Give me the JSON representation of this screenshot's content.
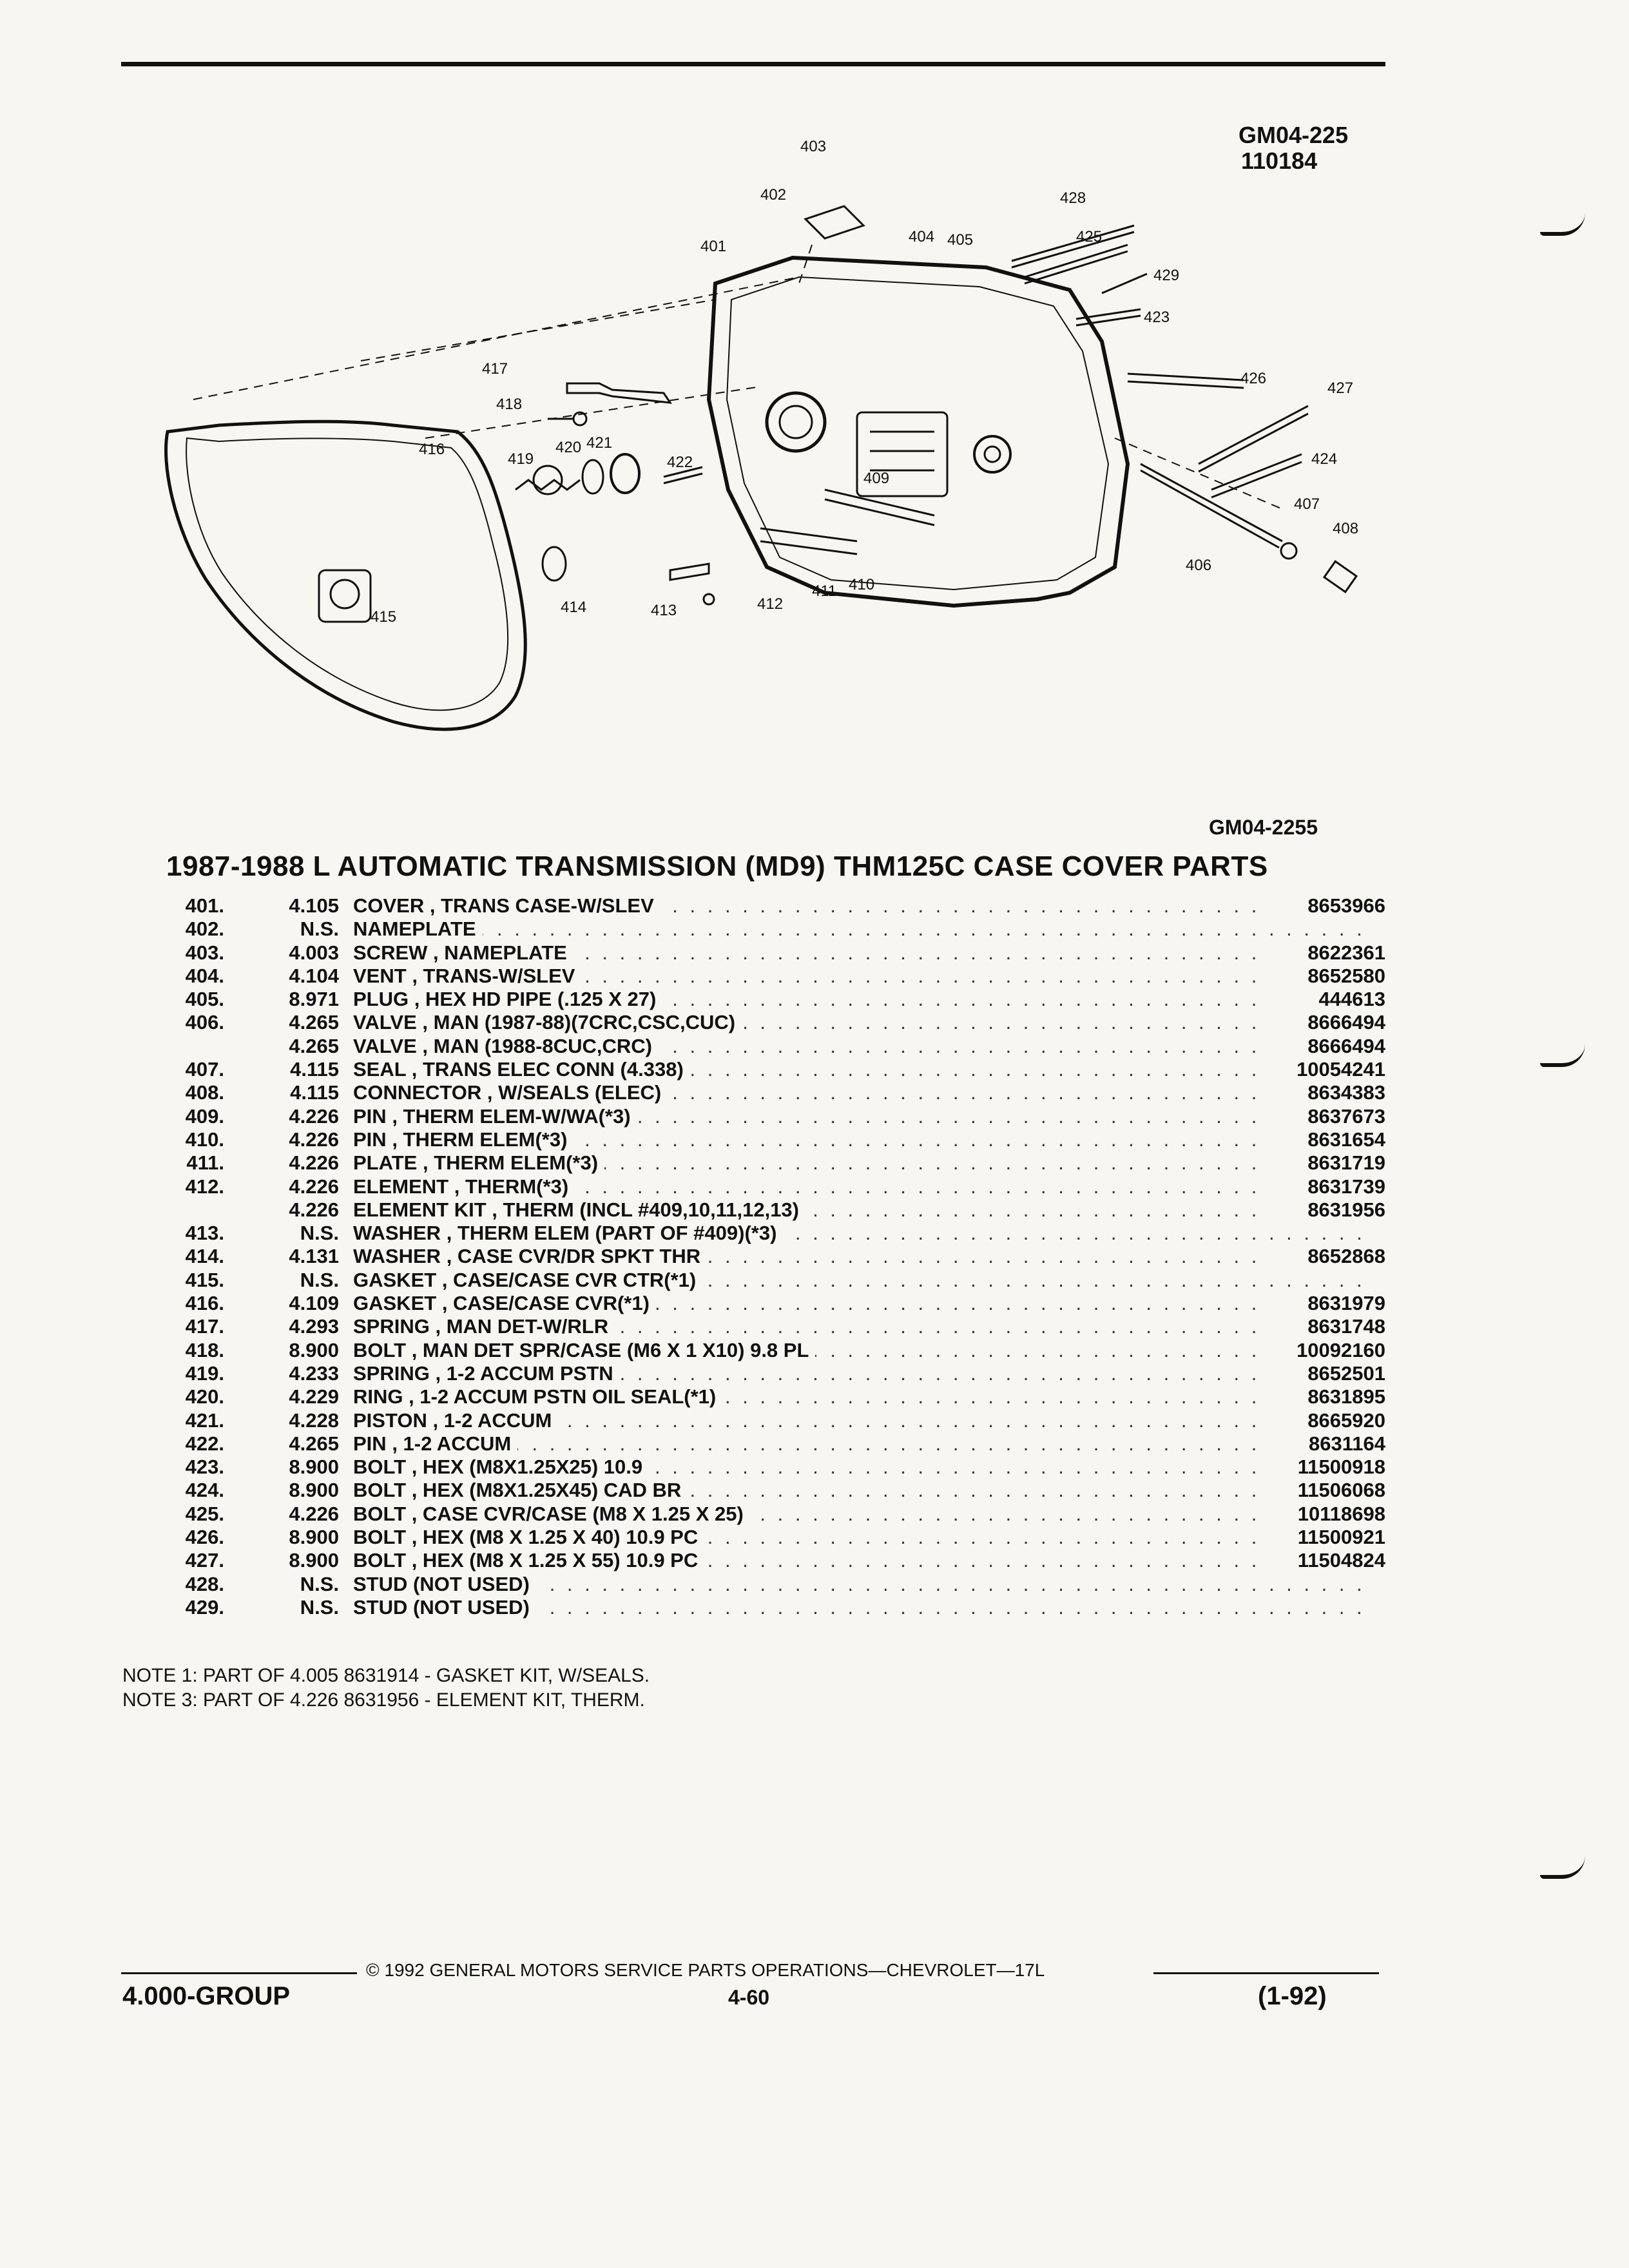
{
  "header": {
    "gm_code": "GM04-225",
    "gm_date": "110184"
  },
  "figure": {
    "id": "GM04-2255",
    "callouts": [
      "401",
      "402",
      "403",
      "404",
      "405",
      "406",
      "407",
      "408",
      "409",
      "410",
      "411",
      "412",
      "413",
      "414",
      "415",
      "416",
      "417",
      "418",
      "419",
      "420",
      "421",
      "422",
      "423",
      "424",
      "425",
      "426",
      "427",
      "428",
      "429"
    ]
  },
  "title": "1987-1988 L AUTOMATIC TRANSMISSION (MD9) THM125C CASE COVER PARTS",
  "parts": [
    {
      "ref": "401.",
      "group": "4.105",
      "name": "COVER",
      "desc": ", TRANS CASE-W/SLEV",
      "part": "8653966"
    },
    {
      "ref": "402.",
      "group": "N.S.",
      "name": "NAMEPLATE",
      "desc": "",
      "part": ""
    },
    {
      "ref": "403.",
      "group": "4.003",
      "name": "SCREW",
      "desc": ", NAMEPLATE",
      "part": "8622361"
    },
    {
      "ref": "404.",
      "group": "4.104",
      "name": "VENT",
      "desc": ", TRANS-W/SLEV",
      "part": "8652580"
    },
    {
      "ref": "405.",
      "group": "8.971",
      "name": "PLUG",
      "desc": ", HEX HD PIPE (.125 X 27)",
      "part": "444613"
    },
    {
      "ref": "406.",
      "group": "4.265",
      "name": "VALVE",
      "desc": ", MAN (1987-88)(7CRC,CSC,CUC)",
      "part": "8666494"
    },
    {
      "ref": "",
      "group": "4.265",
      "name": "VALVE",
      "desc": ", MAN (1988-8CUC,CRC)",
      "part": "8666494"
    },
    {
      "ref": "407.",
      "group": "4.115",
      "name": "SEAL",
      "desc": ", TRANS ELEC CONN (4.338)",
      "part": "10054241"
    },
    {
      "ref": "408.",
      "group": "4.115",
      "name": "CONNECTOR",
      "desc": ", W/SEALS (ELEC)",
      "part": "8634383"
    },
    {
      "ref": "409.",
      "group": "4.226",
      "name": "PIN",
      "desc": ", THERM ELEM-W/WA(*3)",
      "part": "8637673"
    },
    {
      "ref": "410.",
      "group": "4.226",
      "name": "PIN",
      "desc": ", THERM ELEM(*3)",
      "part": "8631654"
    },
    {
      "ref": "411.",
      "group": "4.226",
      "name": "PLATE",
      "desc": ", THERM ELEM(*3)",
      "part": "8631719"
    },
    {
      "ref": "412.",
      "group": "4.226",
      "name": "ELEMENT",
      "desc": ", THERM(*3)",
      "part": "8631739"
    },
    {
      "ref": "",
      "group": "4.226",
      "name": "ELEMENT KIT",
      "desc": ", THERM (INCL #409,10,11,12,13)",
      "part": "8631956"
    },
    {
      "ref": "413.",
      "group": "N.S.",
      "name": "WASHER",
      "desc": ", THERM ELEM (PART OF #409)(*3)",
      "part": ""
    },
    {
      "ref": "414.",
      "group": "4.131",
      "name": "WASHER",
      "desc": ", CASE CVR/DR SPKT THR",
      "part": "8652868"
    },
    {
      "ref": "415.",
      "group": "N.S.",
      "name": "GASKET",
      "desc": ", CASE/CASE CVR CTR(*1)",
      "part": ""
    },
    {
      "ref": "416.",
      "group": "4.109",
      "name": "GASKET",
      "desc": ", CASE/CASE CVR(*1)",
      "part": "8631979"
    },
    {
      "ref": "417.",
      "group": "4.293",
      "name": "SPRING",
      "desc": ", MAN DET-W/RLR",
      "part": "8631748"
    },
    {
      "ref": "418.",
      "group": "8.900",
      "name": "BOLT",
      "desc": ", MAN DET SPR/CASE (M6 X 1 X10) 9.8 PL",
      "part": "10092160"
    },
    {
      "ref": "419.",
      "group": "4.233",
      "name": "SPRING",
      "desc": ", 1-2 ACCUM PSTN",
      "part": "8652501"
    },
    {
      "ref": "420.",
      "group": "4.229",
      "name": "RING",
      "desc": ", 1-2 ACCUM PSTN OIL SEAL(*1)",
      "part": "8631895"
    },
    {
      "ref": "421.",
      "group": "4.228",
      "name": "PISTON",
      "desc": ", 1-2 ACCUM",
      "part": "8665920"
    },
    {
      "ref": "422.",
      "group": "4.265",
      "name": "PIN",
      "desc": ", 1-2 ACCUM",
      "part": "8631164"
    },
    {
      "ref": "423.",
      "group": "8.900",
      "name": "BOLT",
      "desc": ", HEX (M8X1.25X25) 10.9",
      "part": "11500918"
    },
    {
      "ref": "424.",
      "group": "8.900",
      "name": "BOLT",
      "desc": ", HEX (M8X1.25X45) CAD BR",
      "part": "11506068"
    },
    {
      "ref": "425.",
      "group": "4.226",
      "name": "BOLT",
      "desc": ", CASE CVR/CASE (M8 X 1.25 X 25)",
      "part": "10118698"
    },
    {
      "ref": "426.",
      "group": "8.900",
      "name": "BOLT",
      "desc": ", HEX (M8 X 1.25 X 40) 10.9 PC",
      "part": "11500921"
    },
    {
      "ref": "427.",
      "group": "8.900",
      "name": "BOLT",
      "desc": ", HEX (M8 X 1.25 X 55) 10.9 PC",
      "part": "11504824"
    },
    {
      "ref": "428.",
      "group": "N.S.",
      "name": "STUD",
      "desc": "(NOT USED)",
      "part": ""
    },
    {
      "ref": "429.",
      "group": "N.S.",
      "name": "STUD",
      "desc": "(NOT USED)",
      "part": ""
    }
  ],
  "notes": [
    "NOTE  1:  PART OF 4.005 8631914 - GASKET KIT, W/SEALS.",
    "NOTE  3:  PART OF 4.226 8631956 - ELEMENT KIT, THERM."
  ],
  "footer": {
    "copyright": "© 1992 GENERAL MOTORS SERVICE PARTS OPERATIONS—CHEVROLET—17L",
    "group": "4.000-GROUP",
    "page": "4-60",
    "date_code": "(1-92)"
  }
}
